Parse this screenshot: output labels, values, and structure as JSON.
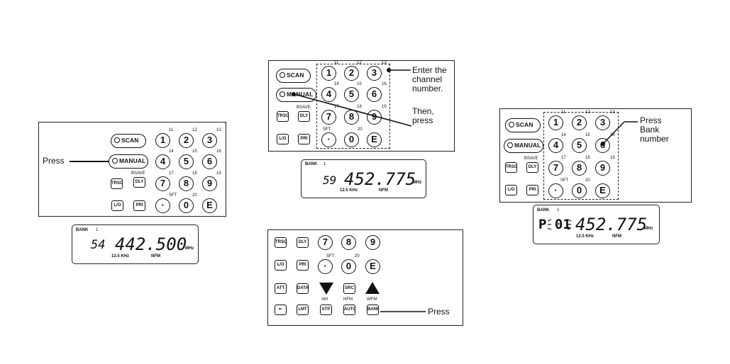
{
  "keys": {
    "scan": "SCAN",
    "manual": "MANUAL",
    "trace": "TRSO",
    "delay": "DLY",
    "lo": "L/O",
    "priority": "PRI",
    "dot": "·",
    "e": "E",
    "att": "ATT",
    "data": "DATA",
    "src": "SRC",
    "lmt": "LMT",
    "stp": "STP",
    "auto": "AUTO",
    "bank": "BANK",
    "digits": [
      "1",
      "2",
      "3",
      "4",
      "5",
      "6",
      "7",
      "8",
      "9",
      "0"
    ],
    "small_labels": {
      "n11": "11",
      "n12": "12",
      "n13": "13",
      "n14": "14",
      "n15": "15",
      "n16": "16",
      "n17": "17",
      "n18": "18",
      "n19": "19",
      "n20": "20",
      "bsave": "BSAVE",
      "sft": "SFT",
      "am": "AM",
      "nfm": "NFM",
      "wfm": "WFM"
    }
  },
  "panel1": {
    "callout": "Press",
    "display": {
      "bank_label": "BANK",
      "bank_value": "1",
      "channel": "54",
      "frequency": "442.500",
      "unit": "MHz",
      "step": "12.5 KHz",
      "mode": "NFM"
    }
  },
  "panel2": {
    "callout_enter": "Enter the channel number.",
    "callout_then": "Then, press",
    "display": {
      "bank_label": "BANK",
      "bank_value": "1",
      "channel": "59",
      "frequency": "452.775",
      "unit": "MHz",
      "step": "12.5 KHz",
      "mode": "NFM"
    }
  },
  "panel3": {
    "callout": "Press"
  },
  "panel4": {
    "callout": "Press Bank number",
    "display": {
      "bank_label": "BANK",
      "bank_value": "1",
      "channel": "P 01",
      "frequency": "452.775",
      "unit": "MHz",
      "step": "12.5 KHz",
      "mode": "NFM"
    }
  }
}
